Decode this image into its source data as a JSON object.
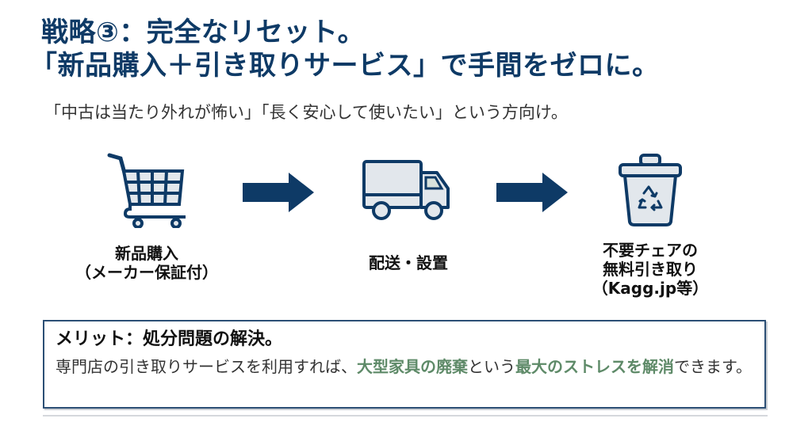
{
  "header": {
    "title_line1": "戦略③：完全なリセット。",
    "title_line2": "「新品購入＋引き取りサービス」で手間をゼロに。",
    "subtitle": "「中古は当たり外れが怖い」「長く安心して使いたい」という方向け。"
  },
  "flow": {
    "steps": [
      {
        "icon": "shopping-cart-icon",
        "label": "新品購入\n（メーカー保証付）"
      },
      {
        "icon": "delivery-truck-icon",
        "label": "配送・設置"
      },
      {
        "icon": "recycle-bin-icon",
        "label": "不要チェアの\n無料引き取り\n（Kagg.jp等）"
      }
    ],
    "arrows": [
      "arrow-right-icon",
      "arrow-right-icon"
    ]
  },
  "merit": {
    "title": "メリット：処分問題の解決。",
    "body_parts": [
      {
        "text": "専門店の引き取りサービスを利用すれば、",
        "highlight": false
      },
      {
        "text": "大型家具の廃棄",
        "highlight": true
      },
      {
        "text": "という",
        "highlight": false
      },
      {
        "text": "最大のストレスを解消",
        "highlight": true
      },
      {
        "text": "できます。",
        "highlight": false
      }
    ]
  },
  "colors": {
    "primary_navy": "#0e3a66",
    "highlight_green": "#5e8a68",
    "icon_fill": "#e2e7ec"
  }
}
